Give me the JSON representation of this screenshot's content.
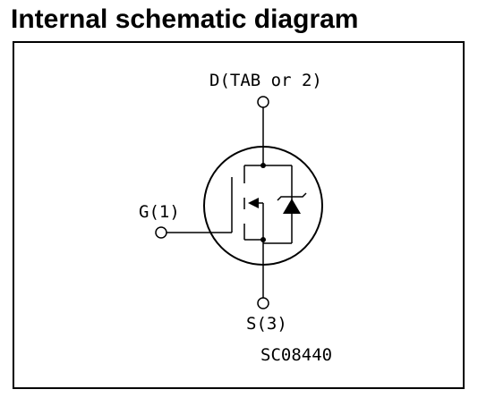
{
  "title": "Internal schematic diagram",
  "diagram": {
    "drain_label": "D(TAB or 2)",
    "gate_label": "G(1)",
    "source_label": "S(3)",
    "figure_code": "SC08440"
  }
}
